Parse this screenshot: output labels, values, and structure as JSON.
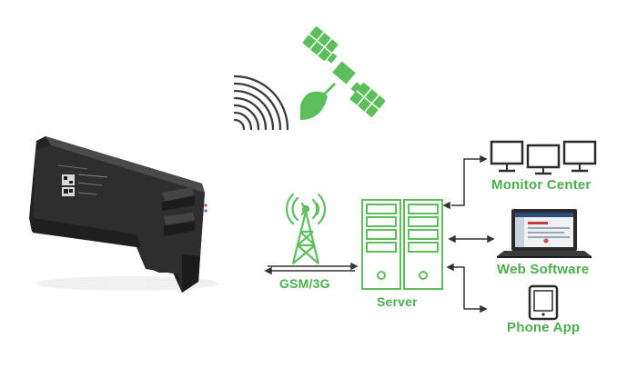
{
  "colors": {
    "accent_green": "#5cbf5c",
    "label_green": "#4cae4c",
    "line_dark": "#333333",
    "device_body": "#2c2c2c"
  },
  "labels": {
    "gsm": "GSM/3G",
    "server": "Server",
    "monitor_center": "Monitor Center",
    "web_software": "Web Software",
    "phone_app": "Phone App"
  },
  "icons": {
    "device": "gps-tracker-device-image",
    "satellite": "satellite-icon",
    "signal": "signal-waves-icon",
    "tower": "cell-tower-icon",
    "server": "server-rack-icon",
    "monitors": "monitor-screens-icon",
    "laptop": "laptop-icon",
    "phone": "phone-icon"
  }
}
